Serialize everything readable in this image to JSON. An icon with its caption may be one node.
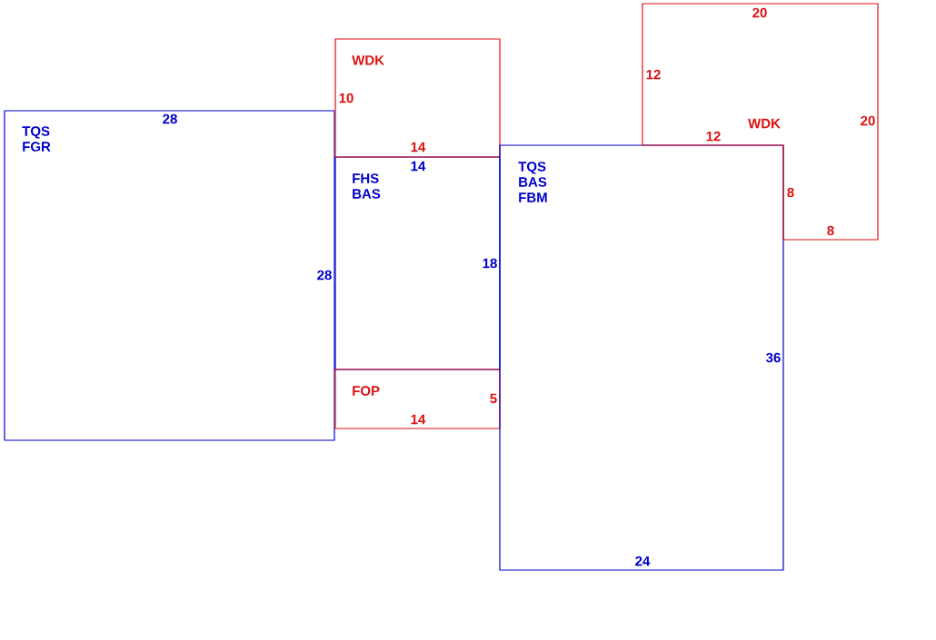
{
  "diagram": {
    "nodes": [
      {
        "text": [
          "TQS FGR",
          "28",
          "28"
        ]
      },
      {
        "text": [
          "WDK",
          "10",
          "14"
        ]
      },
      {
        "text": [
          "FHS BAS",
          "14",
          "18"
        ]
      },
      {
        "text": [
          "FOP",
          "5",
          "14"
        ]
      },
      {
        "text": [
          "TQS BAS FBM",
          "36",
          "24"
        ]
      },
      {
        "text": [
          "20",
          "12",
          "WDK",
          "20",
          "12",
          "8",
          "8"
        ]
      }
    ]
  }
}
